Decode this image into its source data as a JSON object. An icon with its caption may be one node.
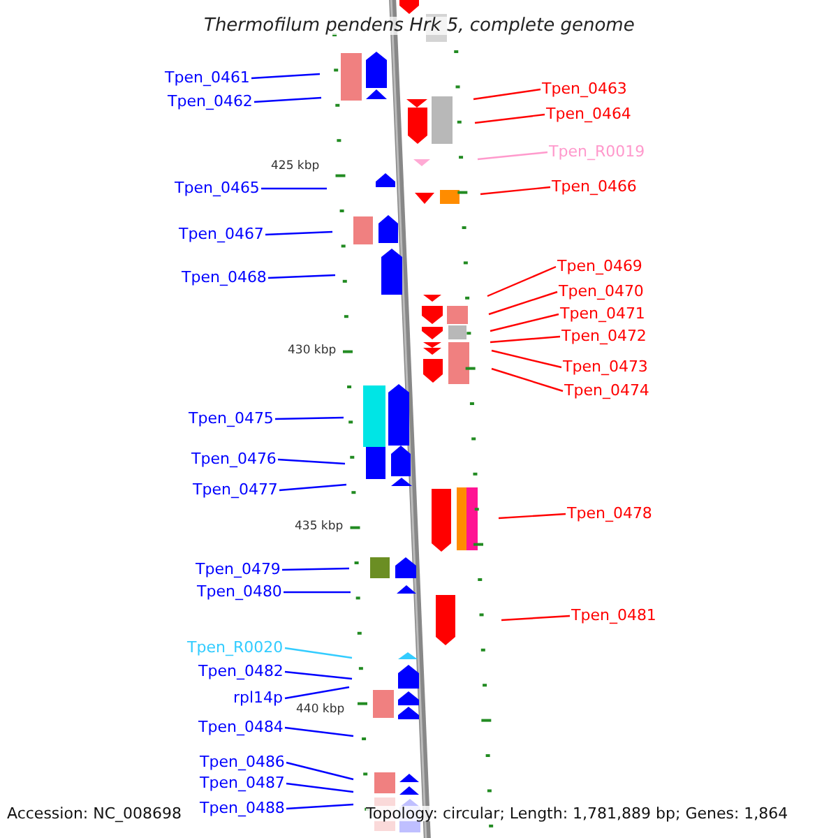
{
  "diagram": {
    "title": "Thermofilum pendens Hrk 5, complete genome",
    "nodes": [
      {
        "text": [
          "Tpen_0461"
        ]
      },
      {
        "text": [
          "Tpen_0463"
        ]
      },
      {
        "text": [
          "Tpen_0462"
        ]
      },
      {
        "text": [
          "Tpen_0464"
        ]
      },
      {
        "text": [
          "Tpen_R0019"
        ]
      },
      {
        "text": [
          "Tpen_0465"
        ]
      },
      {
        "text": [
          "Tpen_0466"
        ]
      },
      {
        "text": [
          "Tpen_0467"
        ]
      },
      {
        "text": [
          "Tpen_0468"
        ]
      },
      {
        "text": [
          "Tpen_0469"
        ]
      },
      {
        "text": [
          "Tpen_0470"
        ]
      },
      {
        "text": [
          "Tpen_0471"
        ]
      },
      {
        "text": [
          "Tpen_0472"
        ]
      },
      {
        "text": [
          "Tpen_0473"
        ]
      },
      {
        "text": [
          "Tpen_0474"
        ]
      },
      {
        "text": [
          "Tpen_0475"
        ]
      },
      {
        "text": [
          "Tpen_0476"
        ]
      },
      {
        "text": [
          "Tpen_0477"
        ]
      },
      {
        "text": [
          "Tpen_0478"
        ]
      },
      {
        "text": [
          "Tpen_0479"
        ]
      },
      {
        "text": [
          "Tpen_0480"
        ]
      },
      {
        "text": [
          "Tpen_0481"
        ]
      },
      {
        "text": [
          "Tpen_R0020"
        ]
      },
      {
        "text": [
          "Tpen_0482"
        ]
      },
      {
        "text": [
          "rpl14p"
        ]
      },
      {
        "text": [
          "Tpen_0484"
        ]
      },
      {
        "text": [
          "Tpen_0486"
        ]
      },
      {
        "text": [
          "Tpen_0487"
        ]
      },
      {
        "text": [
          "Tpen_0488"
        ]
      }
    ],
    "edges": [
      {
        "from": 0,
        "to": null,
        "arrow": "none"
      },
      {
        "from": 1,
        "to": null,
        "arrow": "none",
        "color": "#ff0000"
      },
      {
        "from": 2,
        "to": null,
        "arrow": "none"
      },
      {
        "from": 3,
        "to": null,
        "arrow": "none",
        "color": "#ff0000"
      },
      {
        "from": 4,
        "to": null,
        "arrow": "none",
        "color": "#ff99cc"
      },
      {
        "from": 5,
        "to": null,
        "arrow": "none"
      },
      {
        "from": 6,
        "to": null,
        "arrow": "none",
        "color": "#ff0000"
      },
      {
        "from": 7,
        "to": null,
        "arrow": "none"
      },
      {
        "from": 8,
        "to": null,
        "arrow": "none"
      },
      {
        "from": 9,
        "to": null,
        "arrow": "none",
        "color": "#ff0000"
      },
      {
        "from": 10,
        "to": null,
        "arrow": "none",
        "color": "#ff0000"
      },
      {
        "from": 11,
        "to": null,
        "arrow": "none",
        "color": "#ff0000"
      },
      {
        "from": 12,
        "to": null,
        "arrow": "none",
        "color": "#ff0000"
      },
      {
        "from": 13,
        "to": null,
        "arrow": "none",
        "color": "#ff0000"
      },
      {
        "from": 14,
        "to": null,
        "arrow": "none",
        "color": "#ff0000"
      },
      {
        "from": 15,
        "to": null,
        "arrow": "none"
      },
      {
        "from": 16,
        "to": null,
        "arrow": "none"
      },
      {
        "from": 17,
        "to": null,
        "arrow": "none"
      },
      {
        "from": 18,
        "to": null,
        "arrow": "none",
        "color": "#ff0000"
      },
      {
        "from": 19,
        "to": null,
        "arrow": "none"
      },
      {
        "from": 20,
        "to": null,
        "arrow": "none"
      },
      {
        "from": 21,
        "to": null,
        "arrow": "none",
        "color": "#ff0000"
      },
      {
        "from": 22,
        "to": null,
        "arrow": "none",
        "color": "#33ccff"
      },
      {
        "from": 23,
        "to": null,
        "arrow": "none"
      },
      {
        "from": 24,
        "to": null,
        "arrow": "none"
      },
      {
        "from": 25,
        "to": null,
        "arrow": "none"
      },
      {
        "from": 26,
        "to": null,
        "arrow": "none"
      },
      {
        "from": 27,
        "to": null,
        "arrow": "none"
      },
      {
        "from": 28,
        "to": null,
        "arrow": "none"
      }
    ],
    "labels": [
      "425 kbp",
      "430 kbp",
      "435 kbp",
      "440 kbp",
      "Accession: NC_008698",
      "Topology: circular; Length: 1,781,889 bp; Genes: 1,864"
    ]
  }
}
